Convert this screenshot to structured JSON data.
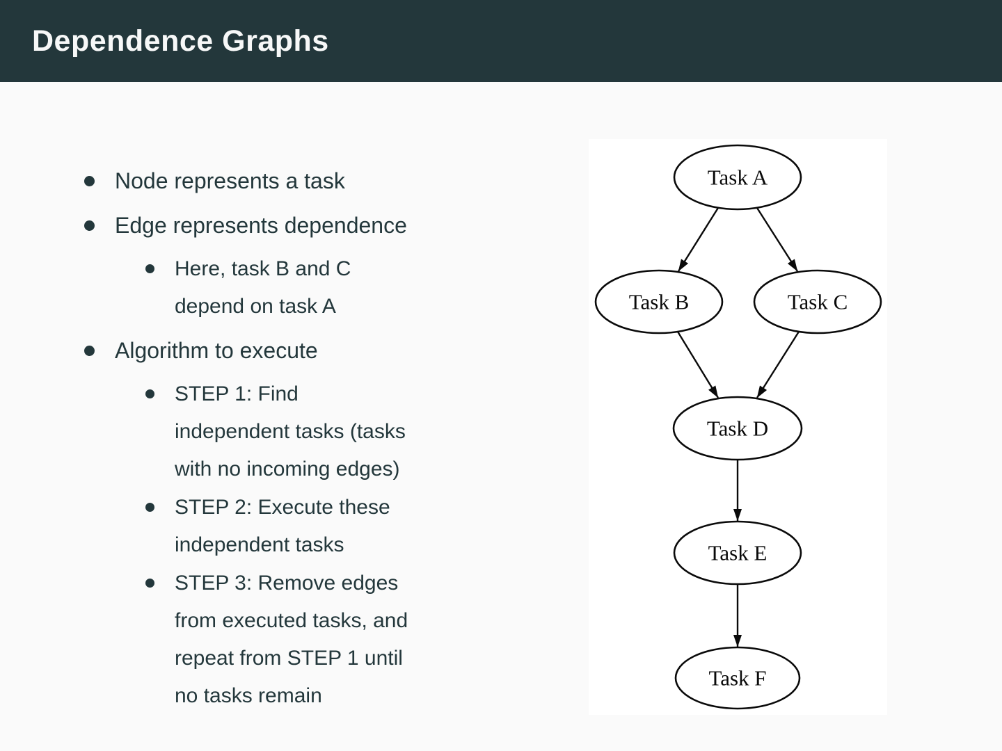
{
  "slide": {
    "title": "Dependence Graphs",
    "colors": {
      "title_bar": "#23373b",
      "title_text": "#f7f8f8",
      "body_background": "#fafafa",
      "body_text": "#23373b",
      "graph_panel_background": "#ffffff",
      "graph_stroke": "#0a0a0a"
    }
  },
  "content": {
    "bullets": [
      {
        "text": "Node represents a task",
        "children": []
      },
      {
        "text": "Edge represents dependence",
        "children": [
          {
            "text": "Here, task B and C\ndepend on task A"
          }
        ]
      },
      {
        "text": "Algorithm to execute",
        "children": [
          {
            "text": "STEP 1: Find\nindependent tasks (tasks\nwith no incoming edges)"
          },
          {
            "text": "STEP 2: Execute these\nindependent tasks"
          },
          {
            "text": "STEP 3: Remove edges\nfrom executed tasks, and\nrepeat from STEP 1 until\nno tasks remain"
          }
        ]
      }
    ]
  },
  "graph": {
    "nodes": [
      {
        "id": "A",
        "label": "Task A"
      },
      {
        "id": "B",
        "label": "Task B"
      },
      {
        "id": "C",
        "label": "Task C"
      },
      {
        "id": "D",
        "label": "Task D"
      },
      {
        "id": "E",
        "label": "Task E"
      },
      {
        "id": "F",
        "label": "Task F"
      }
    ],
    "edges": [
      {
        "from": "Task A",
        "to": "Task B"
      },
      {
        "from": "Task A",
        "to": "Task C"
      },
      {
        "from": "Task B",
        "to": "Task D"
      },
      {
        "from": "Task C",
        "to": "Task D"
      },
      {
        "from": "Task D",
        "to": "Task E"
      },
      {
        "from": "Task E",
        "to": "Task F"
      }
    ]
  }
}
